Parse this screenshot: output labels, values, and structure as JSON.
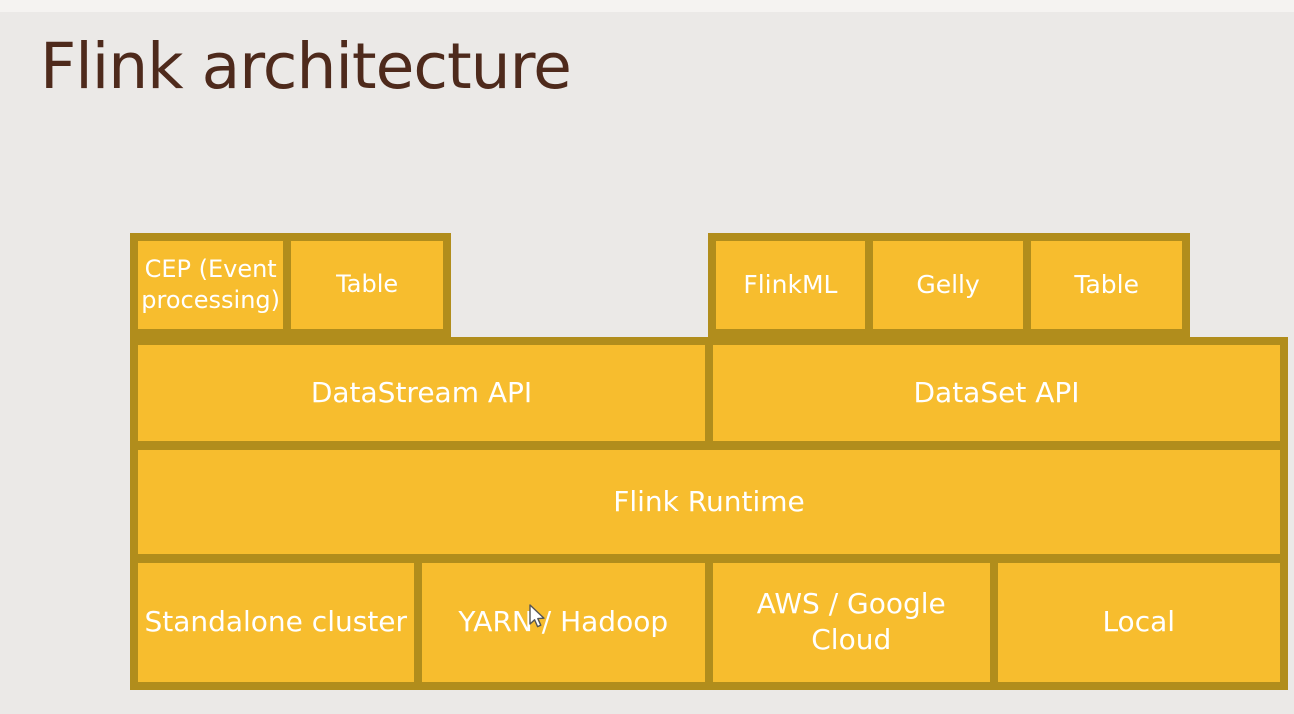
{
  "slide": {
    "title": "Flink architecture"
  },
  "colors": {
    "background": "#EBE9E7",
    "top_strip": "#F5F3F1",
    "title": "#4E2A1C",
    "box_fill": "#F7BD2E",
    "box_border": "#B18D1C",
    "box_text": "#FFFFFF"
  },
  "diagram": {
    "libraries_left": {
      "boxes": [
        {
          "label": "CEP (Event processing)"
        },
        {
          "label": "Table"
        }
      ]
    },
    "libraries_right": {
      "boxes": [
        {
          "label": "FlinkML"
        },
        {
          "label": "Gelly"
        },
        {
          "label": "Table"
        }
      ]
    },
    "apis": {
      "boxes": [
        {
          "label": "DataStream API"
        },
        {
          "label": "DataSet API"
        }
      ]
    },
    "runtime": {
      "boxes": [
        {
          "label": "Flink Runtime"
        }
      ]
    },
    "deployment": {
      "boxes": [
        {
          "label": "Standalone cluster"
        },
        {
          "label": "YARN / Hadoop"
        },
        {
          "label": "AWS / Google Cloud"
        },
        {
          "label": "Local"
        }
      ]
    }
  },
  "cursor": {
    "icon": "arrow-pointer"
  }
}
